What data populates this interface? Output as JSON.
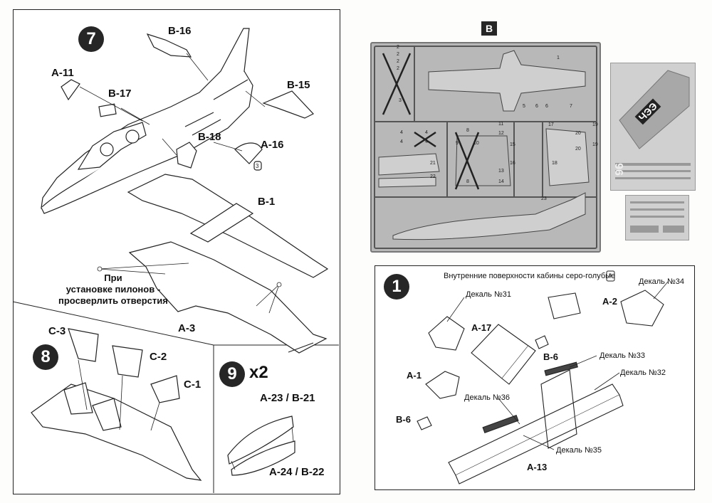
{
  "left_panel": {
    "step7": {
      "number": "7",
      "labels": {
        "b16": "B-16",
        "a11": "A-11",
        "b17": "B-17",
        "b15": "B-15",
        "b18": "B-18",
        "a16": "A-16",
        "b1": "B-1",
        "a3": "A-3",
        "paint": "3"
      },
      "note_line1": "При",
      "note_line2": "установке пилонов -",
      "note_line3": "просверлить отверстия"
    },
    "step8": {
      "number": "8",
      "labels": {
        "c3": "C-3",
        "c2": "C-2",
        "c1": "C-1"
      }
    },
    "step9": {
      "number": "9",
      "multiplier": "x2",
      "labels": {
        "top": "A-23 / B-21",
        "bottom": "A-24 / B-22"
      }
    }
  },
  "sprue": {
    "letter": "B",
    "part_numbers": [
      "1",
      "2",
      "2",
      "2",
      "2",
      "3",
      "4",
      "4",
      "4",
      "4",
      "5",
      "6",
      "6",
      "7",
      "8",
      "8",
      "9",
      "10",
      "11",
      "12",
      "13",
      "14",
      "15",
      "16",
      "17",
      "18",
      "19",
      "19",
      "20",
      "20",
      "21",
      "22",
      "23"
    ]
  },
  "step1": {
    "number": "1",
    "header": "Внутренние поверхности кабины серо-голубые",
    "paint_code": "8",
    "labels": {
      "a17": "A-17",
      "a2": "A-2",
      "b6a": "B-6",
      "a1": "A-1",
      "b6b": "B-6",
      "a13": "A-13"
    },
    "decals": {
      "d31": "Декаль №31",
      "d34": "Декаль №34",
      "d33": "Декаль №33",
      "d32": "Декаль №32",
      "d36": "Декаль №36",
      "d35": "Декаль №35"
    }
  },
  "decal_sheet": {
    "marking": "96",
    "side_marking": "ЧЭЭ"
  },
  "colors": {
    "ink": "#222222",
    "sprue_fill": "#a9a9a9",
    "sprue_bg": "#b8b8b8",
    "decal_bg": "#d0d0d0"
  }
}
